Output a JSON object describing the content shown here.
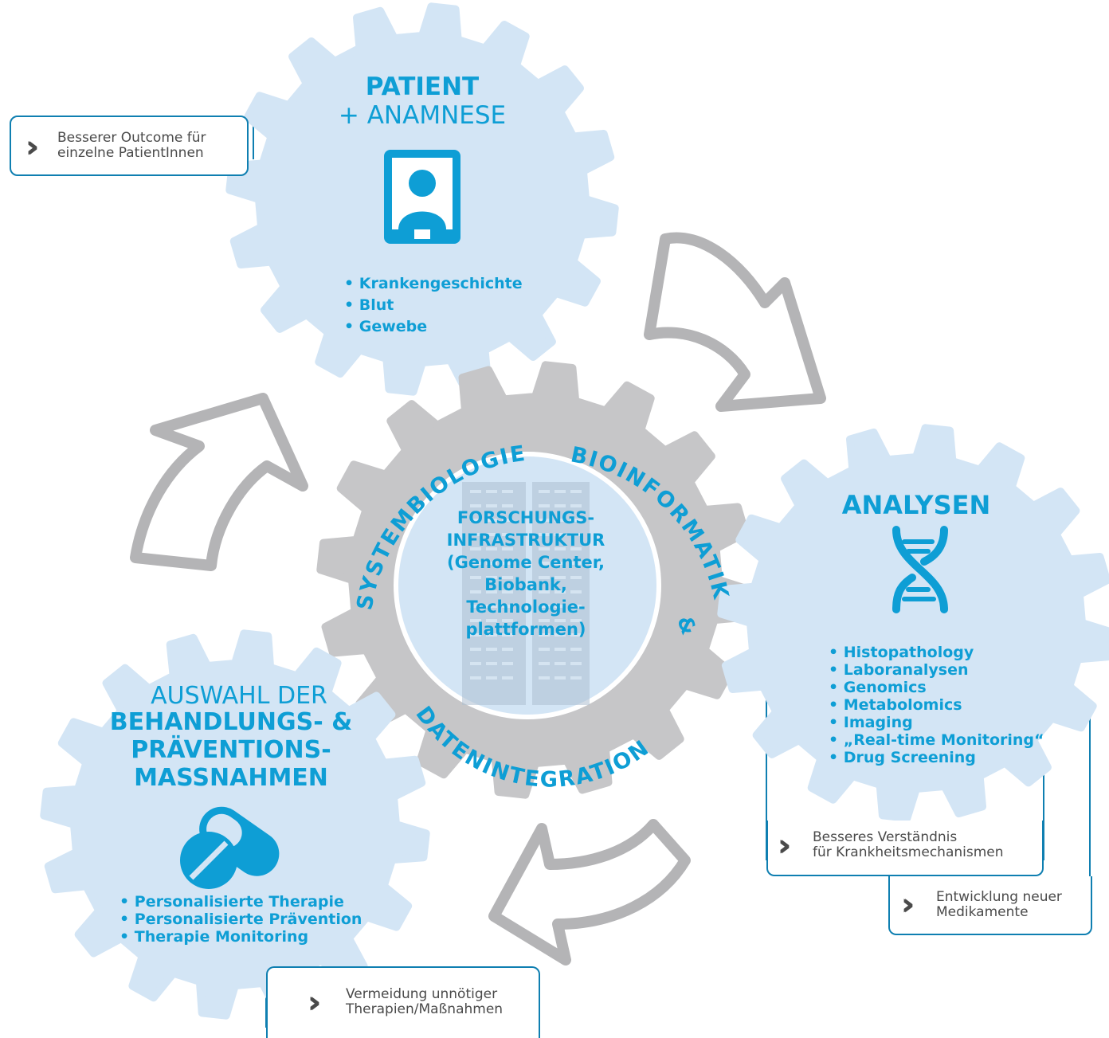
{
  "colors": {
    "gear_light": "#d3e5f5",
    "gear_gray": "#c6c6c8",
    "accent": "#0e9ed5",
    "callout_border": "#0f7fb1",
    "text_gray": "#4a4a4a",
    "arrow_stroke": "#b4b4b6"
  },
  "patient": {
    "title": "PATIENT",
    "subtitle": "+ ANAMNESE",
    "icon": "patient-portrait-icon",
    "items": [
      "Krankengeschichte",
      "Blut",
      "Gewebe"
    ]
  },
  "center": {
    "ring_left": "SYSTEMBIOLOGIE",
    "ring_right": "BIOINFORMATIK",
    "ring_amp": "&",
    "ring_bottom": "DATENINTEGRATION",
    "body_lines": [
      "FORSCHUNGS-",
      "INFRASTRUKTUR",
      "(Genome Center,",
      "Biobank,",
      "Technologie-",
      "plattformen)"
    ],
    "icon": "server-rack-icon"
  },
  "analysen": {
    "title": "ANALYSEN",
    "icon": "dna-icon",
    "items": [
      "Histopathology",
      "Laboranalysen",
      "Genomics",
      "Metabolomics",
      "Imaging",
      "„Real-time Monitoring“",
      "Drug Screening"
    ]
  },
  "auswahl": {
    "line1": "AUSWAHL DER",
    "line2": "BEHANDLUNGS- &",
    "line3": "PRÄVENTIONS-",
    "line4": "MASSNAHMEN",
    "icon": "pills-icon",
    "items": [
      "Personalisierte Therapie",
      "Personalisierte Prävention",
      "Therapie Monitoring"
    ]
  },
  "callouts": {
    "outcome": [
      "Besserer Outcome für",
      "einzelne PatientInnen"
    ],
    "verstaendnis": [
      "Besseres Verständnis",
      "für Krankheitsmechanismen"
    ],
    "medikamente": [
      "Entwicklung neuer",
      "Medikamente"
    ],
    "vermeidung": [
      "Vermeidung unnötiger",
      "Therapien/Maßnahmen"
    ]
  }
}
